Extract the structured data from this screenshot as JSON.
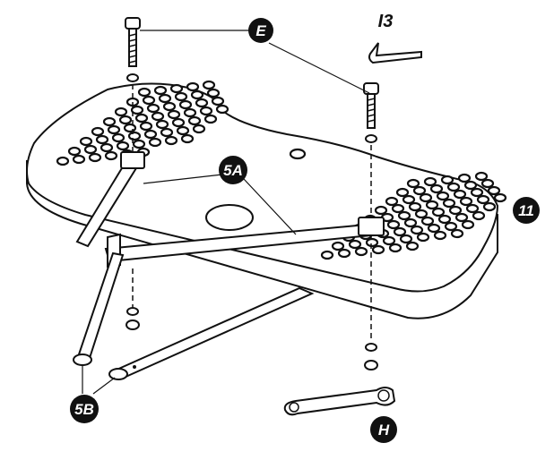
{
  "callouts": {
    "bolt": "E",
    "hex_key": "I3",
    "connector_rod_a": "5A",
    "base_plate": "11",
    "connector_rod_b": "5B",
    "wrench": "H"
  }
}
